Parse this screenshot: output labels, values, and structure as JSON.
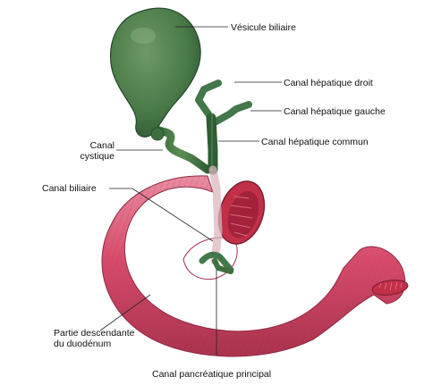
{
  "labels": {
    "vesicule": "Vésicule biliaire",
    "droit": "Canal hépatique droit",
    "gauche": "Canal hépatique gauche",
    "commun": "Canal hépatique commun",
    "cystique": "Canal\ncystique",
    "biliaire": "Canal biliaire",
    "duodenum": "Partie descendante\ndu duodénum",
    "pancreatique": "Canal pancréatique principal"
  },
  "colors": {
    "gallbladder": "#4a7a48",
    "duct": "#3f6f3f",
    "duodenum": "#d84c6b",
    "duodenum_dark": "#a8324c",
    "mucosa": "#c23048"
  }
}
